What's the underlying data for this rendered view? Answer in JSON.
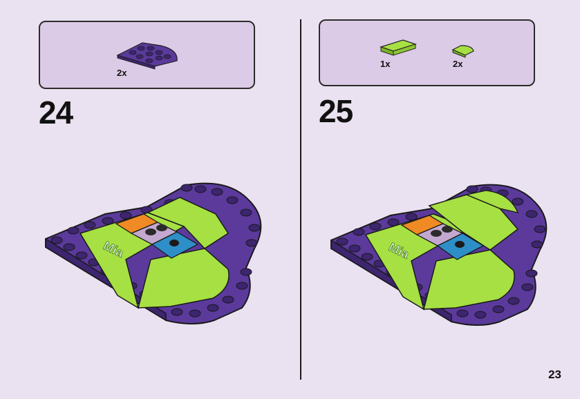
{
  "steps": [
    {
      "number": "24",
      "parts": [
        {
          "name": "purple-quarter-round-plate",
          "quantity": "2x"
        }
      ]
    },
    {
      "number": "25",
      "parts": [
        {
          "name": "lime-tile-1x2",
          "quantity": "1x"
        },
        {
          "name": "lime-quarter-round-tile",
          "quantity": "2x"
        }
      ]
    }
  ],
  "page_number": "23",
  "model_label": "Mia",
  "colors": {
    "background": "#ebe2f1",
    "parts_box": "#dccbe6",
    "purple": "#5b3a9c",
    "lime": "#a7e043",
    "orange": "#f08a24",
    "blue": "#2e8ec7"
  }
}
